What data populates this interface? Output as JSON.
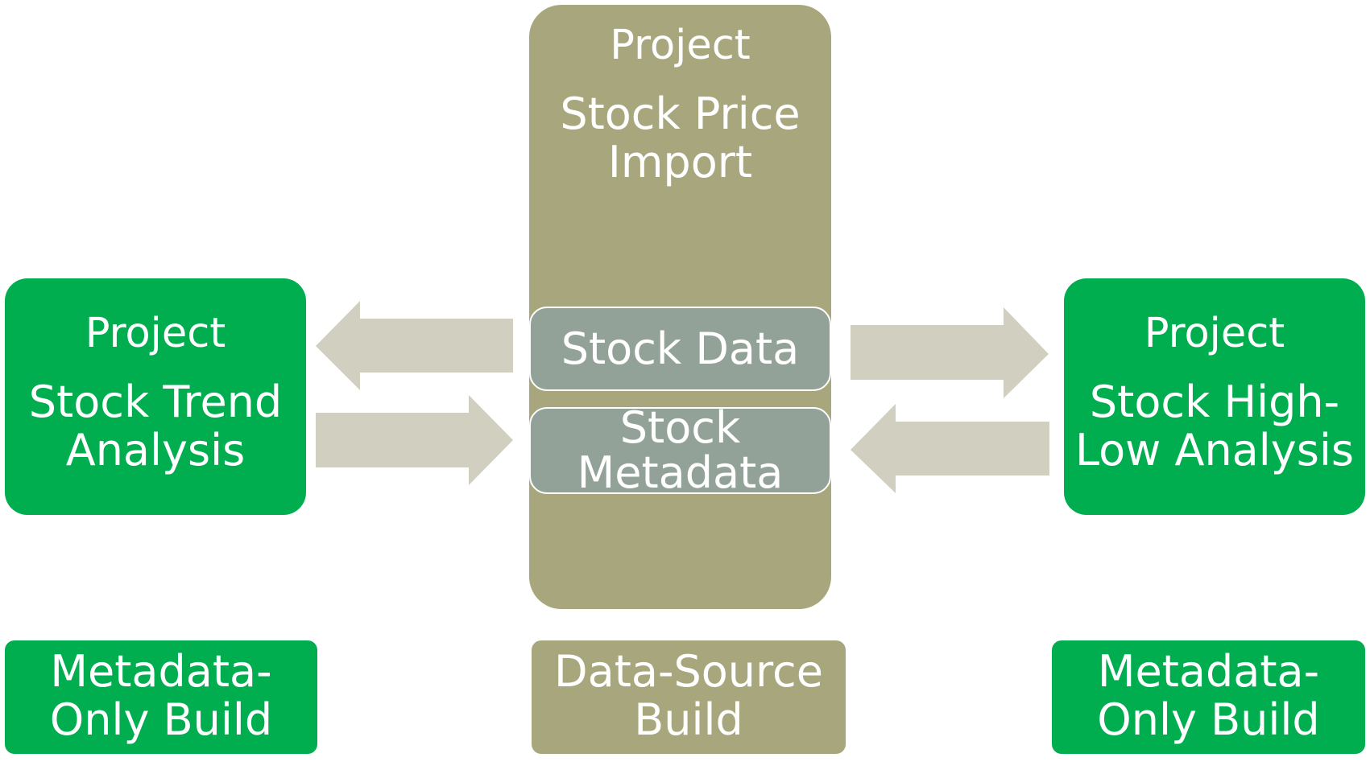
{
  "center": {
    "title": "Project",
    "name_lines": [
      "Stock Price",
      "Import"
    ]
  },
  "stock_data": {
    "lines": [
      "Stock Data"
    ]
  },
  "stock_metadata": {
    "lines": [
      "Stock",
      "Metadata"
    ]
  },
  "left_project": {
    "title": "Project",
    "name_lines": [
      "Stock Trend",
      "Analysis"
    ]
  },
  "right_project": {
    "title": "Project",
    "name_lines": [
      "Stock High-",
      "Low Analysis"
    ]
  },
  "builds": {
    "left": {
      "lines": [
        "Metadata-",
        "Only Build"
      ]
    },
    "center": {
      "lines": [
        "Data-Source",
        "Build"
      ]
    },
    "right": {
      "lines": [
        "Metadata-",
        "Only Build"
      ]
    }
  },
  "colors": {
    "project_green": "#00ad4f",
    "datasource_olive": "#a8a67d",
    "component_slate": "#93a299",
    "arrow_beige": "#d1d0c0"
  }
}
